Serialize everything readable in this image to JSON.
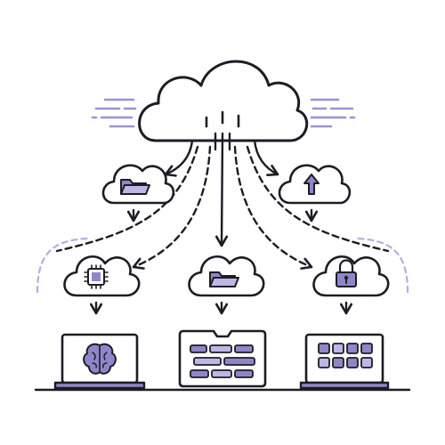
{
  "colors": {
    "ink": "#1c1c24",
    "accent": "#8f86c9",
    "accent_light": "#bdb6e6",
    "dash_light": "#b6aede",
    "background": "#ffffff"
  },
  "diagram": {
    "central_node": {
      "icon": "cloud-icon"
    },
    "relay_nodes": [
      {
        "icon": "folder-icon"
      },
      {
        "icon": "upload-arrow-icon"
      }
    ],
    "endpoint_nodes": [
      {
        "icon": "cpu-chip-icon",
        "device": "laptop",
        "device_content": "brain-icon"
      },
      {
        "icon": "folder-icon",
        "device": "server-panel",
        "device_content": "list-bars-icon"
      },
      {
        "icon": "padlock-icon",
        "device": "monitor",
        "device_content": "app-grid-icon"
      }
    ]
  }
}
